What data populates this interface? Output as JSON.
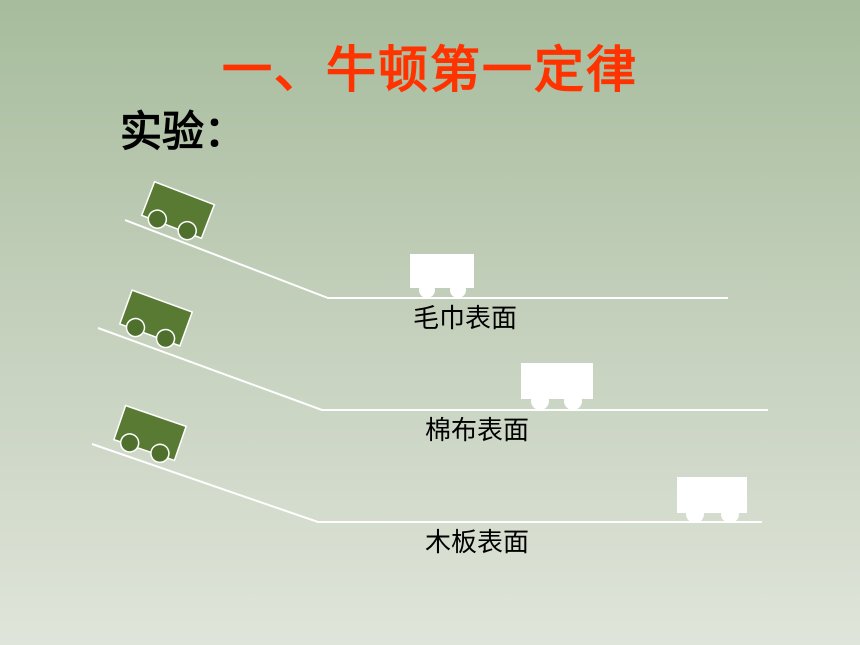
{
  "title": "一、牛顿第一定律",
  "subtitle": "实验：",
  "tracks": [
    {
      "label": "毛巾表面"
    },
    {
      "label": "棉布表面"
    },
    {
      "label": "木板表面"
    }
  ],
  "colors": {
    "title": "#ff3300",
    "cart": "#587a33",
    "wheel": "#4f6f2c",
    "track": "#ffffff",
    "stopped_cart": "#ffffff"
  }
}
